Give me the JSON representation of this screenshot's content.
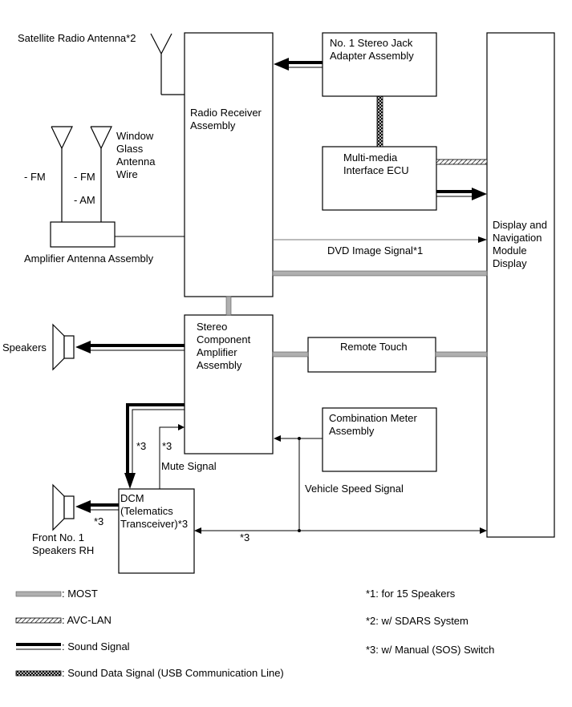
{
  "components": {
    "satellite_antenna": "Satellite Radio Antenna*2",
    "radio_receiver": "Radio Receiver\nAssembly",
    "stereo_jack": "No. 1 Stereo Jack\nAdapter Assembly",
    "multimedia_ecu": "Multi-media\nInterface ECU",
    "display_nav": "Display and\nNavigation\nModule\nDisplay",
    "window_antenna": "Window\nGlass\nAntenna\nWire",
    "fm_left": "- FM",
    "fm_right": "- FM",
    "am": "- AM",
    "amplifier_antenna": "Amplifier Antenna Assembly",
    "stereo_amp": "Stereo\nComponent\nAmplifier\nAssembly",
    "speakers": "Speakers",
    "remote_touch": "Remote Touch",
    "combination_meter": "Combination Meter\nAssembly",
    "dcm": "DCM\n(Telematics\nTransceiver)*3",
    "front_speakers": "Front No. 1\nSpeakers RH"
  },
  "signals": {
    "dvd_image": "DVD Image Signal*1",
    "mute": "Mute Signal",
    "vehicle_speed": "Vehicle Speed Signal",
    "note3_a": "*3",
    "note3_b": "*3",
    "note3_c": "*3",
    "note3_d": "*3"
  },
  "legend": {
    "most": ": MOST",
    "avc_lan": ": AVC-LAN",
    "sound": ": Sound Signal",
    "sound_data": ": Sound Data Signal (USB Communication Line)"
  },
  "notes": {
    "n1": "*1: for 15 Speakers",
    "n2": "*2: w/ SDARS System",
    "n3": "*3: w/ Manual (SOS) Switch"
  }
}
